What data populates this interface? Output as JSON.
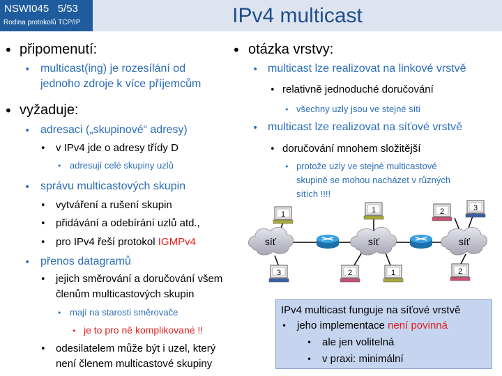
{
  "header": {
    "course": "NSWI045   5/53",
    "subtitle": "Rodina protokolů TCP/IP",
    "title": "IPv4 multicast"
  },
  "left": {
    "recall_heading": "připomenutí:",
    "recall_text_1": "multicast(ing) je rozesílání od",
    "recall_text_2": "jednoho zdroje k více příjemcům",
    "requires_heading": "vyžaduje:",
    "addr_heading": "adresaci („skupinové“ adresy)",
    "addr_class_d": "v IPv4 jde o adresy třídy D",
    "addr_groups": "adresují celé skupiny uzlů",
    "mgmt_heading": "správu multicastových skupin",
    "mgmt_create": "vytváření  a rušení skupin",
    "mgmt_add": "přidávání a odebírání uzlů atd.,",
    "mgmt_ipv4_prefix": "pro IPv4 řeší protokol ",
    "mgmt_ipv4_proto": "IGMPv4",
    "transfer_heading": "přenos datagramů",
    "transfer_routing_1": "jejich směrování a doručování všem",
    "transfer_routing_2": "členům multicastových skupin",
    "transfer_routers": "mají na starosti směrovače",
    "transfer_complicated": "je to pro ně komplikované !!",
    "transfer_sender_1": "odesilatelem může být i uzel, který",
    "transfer_sender_2": "není členem multicastové skupiny"
  },
  "right": {
    "layer_heading": "otázka vrstvy:",
    "link_layer": "multicast lze realizovat na linkové vrstvě",
    "link_simple": "relativně jednoduché doručování",
    "link_same_net": "všechny uzly jsou ve stejné síti",
    "net_layer": "multicast lze realizovat na síťové vrstvě",
    "net_delivery": "doručování mnohem složitější",
    "net_reason_1": "protože uzly ve stejné multicastové",
    "net_reason_2": "skupině se mohou nacházet v různých",
    "net_reason_3": "sítích !!!!"
  },
  "diagram": {
    "network_label": "síť",
    "left_top_pc": "1",
    "left_bottom_pc": "3",
    "mid_top_pc": "1",
    "mid_bottom_left_pc": "2",
    "mid_bottom_right_pc": "1",
    "right_top_left_pc": "2",
    "right_top_right_pc": "3",
    "right_bottom_pc": "2",
    "colors": {
      "group1": "#a8aa3a",
      "group2": "#c85070",
      "group3": "#3a5fa8",
      "router": "#2a8fd0"
    }
  },
  "note": {
    "line1": "IPv4 multicast funguje na síťové vrstvě",
    "line2_prefix": "jeho implementace ",
    "line2_emph": "není povinná",
    "line3": "ale jen volitelná",
    "line4": "v praxi: minimální"
  }
}
